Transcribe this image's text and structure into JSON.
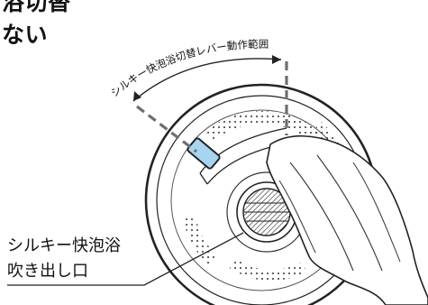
{
  "heading": {
    "line1": "浴切替",
    "line2": "ない"
  },
  "diagram": {
    "range_label": "シルキー快泡浴切替レバー動作範囲",
    "outlet_label_line1": "シルキー快泡浴",
    "outlet_label_line2": "吹き出し口"
  },
  "colors": {
    "lever": "#a8d4ef",
    "line": "#222222",
    "dash": "#6e6e6e"
  }
}
